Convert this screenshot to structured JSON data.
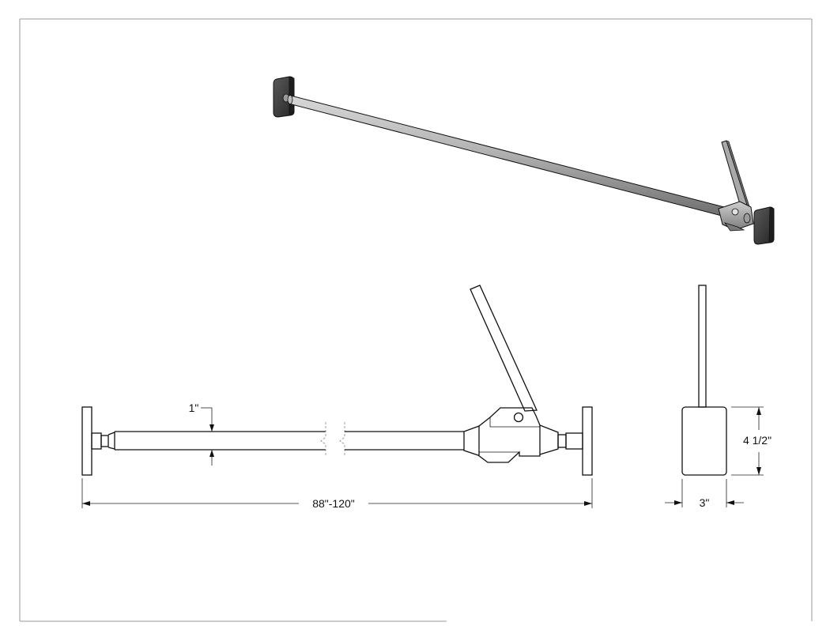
{
  "drawing": {
    "views": [
      "isometric-view",
      "front-elevation",
      "side-elevation"
    ],
    "dimensions": {
      "bar_diameter": "1\"",
      "overall_length": "88\"-120\"",
      "pad_height": "4 1/2\"",
      "pad_width": "3\""
    }
  },
  "colors": {
    "line": "#111111",
    "pad_dark": "#3a3a3a",
    "bar_metal": "#a8a8a8",
    "frame": "#9a9a9a"
  }
}
